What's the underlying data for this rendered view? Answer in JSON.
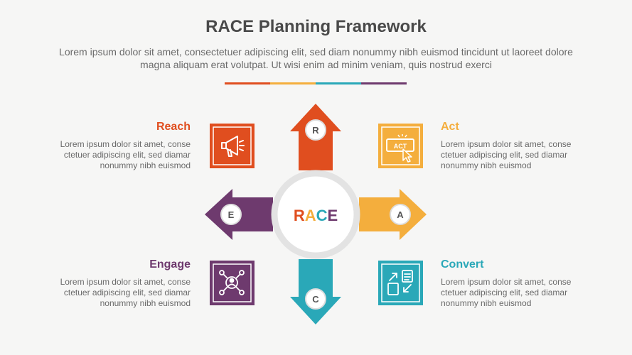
{
  "header": {
    "title": "RACE Planning Framework",
    "subtitle": "Lorem ipsum dolor sit amet, consectetuer adipiscing elit, sed diam nonummy nibh euismod tincidunt ut laoreet dolore magna aliquam erat volutpat. Ut wisi enim ad minim veniam, quis nostrud exerci"
  },
  "colors": {
    "reach": "#e04e1f",
    "act": "#f4ae3d",
    "convert": "#2aa8b8",
    "engage": "#6e3a6e",
    "center_ring": "#e3e3e3"
  },
  "center": {
    "letters": [
      "R",
      "A",
      "C",
      "E"
    ]
  },
  "stages": {
    "reach": {
      "letter": "R",
      "title": "Reach",
      "description": "Lorem ipsum dolor sit amet, conse ctetuer adipiscing elit, sed diamar nonummy nibh euismod",
      "icon": "megaphone-icon"
    },
    "act": {
      "letter": "A",
      "title": "Act",
      "description": "Lorem ipsum dolor sit amet, conse ctetuer adipiscing elit, sed diamar nonummy nibh euismod",
      "icon": "act-click-icon",
      "icon_text": "ACT"
    },
    "convert": {
      "letter": "C",
      "title": "Convert",
      "description": "Lorem ipsum dolor sit amet, conse ctetuer adipiscing elit, sed diamar nonummy nibh euismod",
      "icon": "convert-icon"
    },
    "engage": {
      "letter": "E",
      "title": "Engage",
      "description": "Lorem ipsum dolor sit amet, conse ctetuer adipiscing elit, sed diamar nonummy nibh euismod",
      "icon": "engage-network-icon"
    }
  }
}
